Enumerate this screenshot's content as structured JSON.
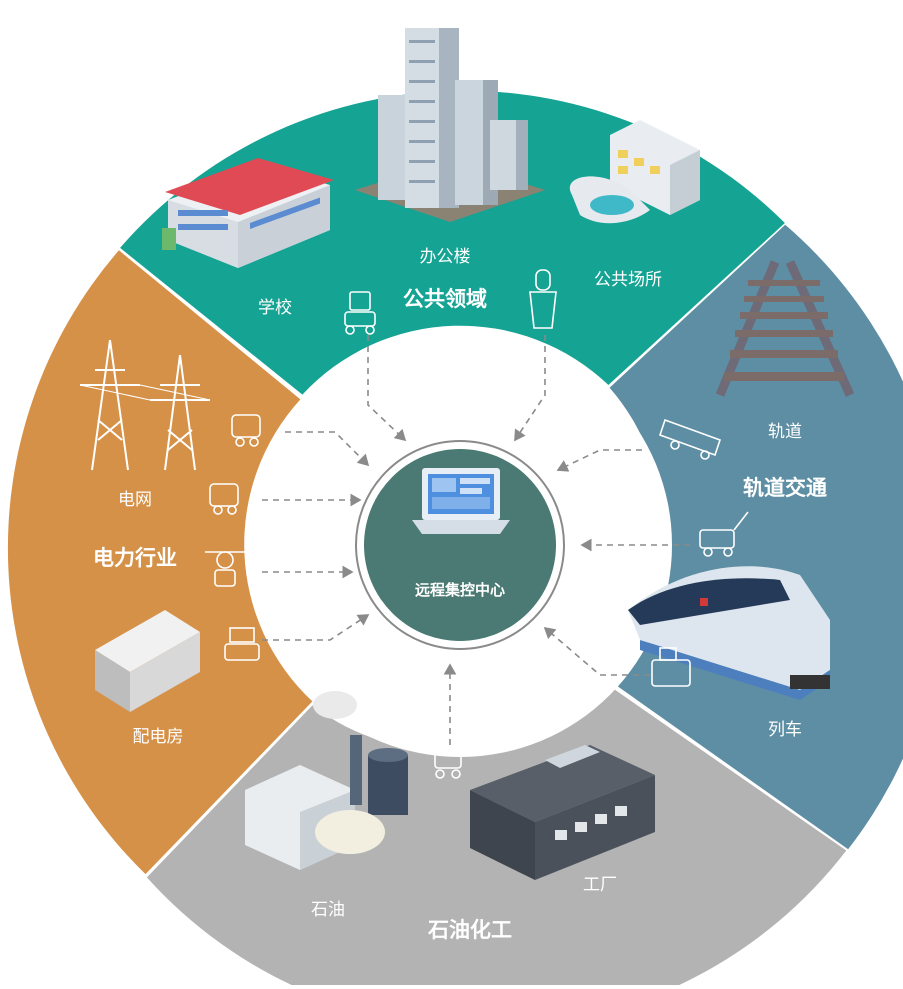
{
  "colors": {
    "public": "#15a394",
    "rail": "#5d8ea3",
    "petro": "#b3b3b3",
    "power": "#d69148",
    "center": "#4a7a73"
  },
  "center": {
    "label": "远程集控中心"
  },
  "sectors": {
    "public": {
      "title": "公共领域",
      "items": [
        "学校",
        "办公楼",
        "公共场所"
      ]
    },
    "rail": {
      "title": "轨道交通",
      "items": [
        "轨道",
        "列车"
      ]
    },
    "petro": {
      "title": "石油化工",
      "items": [
        "石油",
        "工厂"
      ]
    },
    "power": {
      "title": "电力行业",
      "items": [
        "电网",
        "配电房"
      ]
    }
  },
  "icons": {
    "school": "school-building-icon",
    "office": "office-tower-icon",
    "public_place": "public-venue-icon",
    "track": "rail-track-icon",
    "train": "train-icon",
    "oil": "oil-refinery-icon",
    "factory": "factory-icon",
    "grid": "power-pylon-icon",
    "substation": "distribution-room-icon",
    "robot": "inspection-robot-icon"
  }
}
